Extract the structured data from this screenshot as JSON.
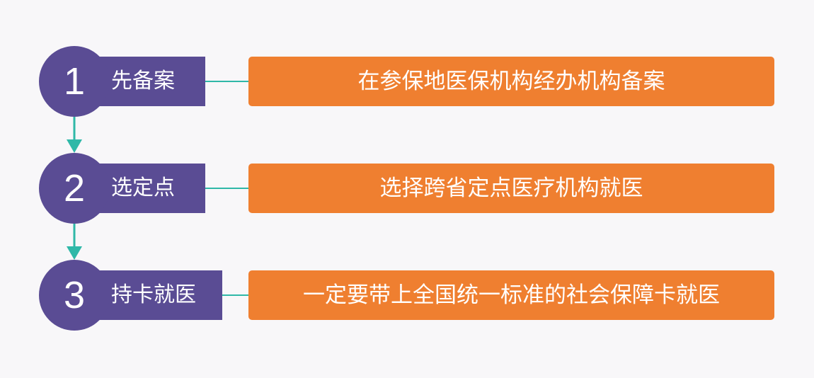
{
  "colors": {
    "background": "#f8f7f9",
    "step_purple": "#5a4c94",
    "desc_orange": "#ef7f30",
    "connector_teal": "#2fb8a8",
    "text_white": "#ffffff"
  },
  "steps": [
    {
      "number": "1",
      "label": "先备案",
      "description": "在参保地医保机构经办机构备案"
    },
    {
      "number": "2",
      "label": "选定点",
      "description": "选择跨省定点医疗机构就医"
    },
    {
      "number": "3",
      "label": "持卡就医",
      "description": "一定要带上全国统一标准的社会保障卡就医"
    }
  ]
}
